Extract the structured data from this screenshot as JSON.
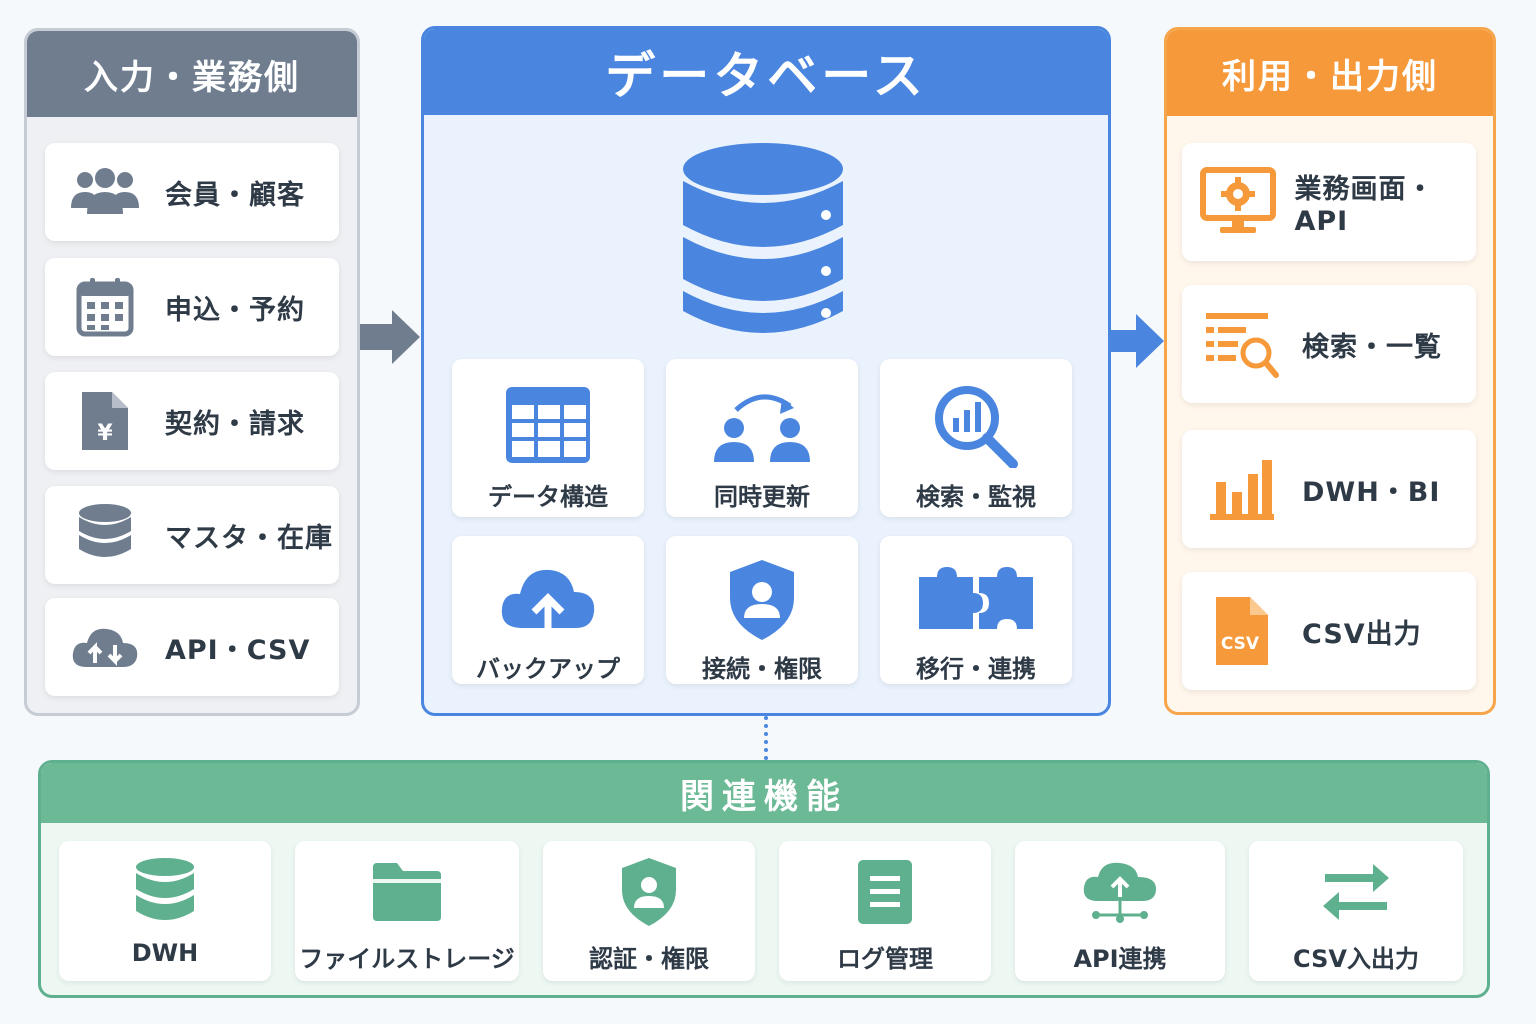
{
  "left_panel": {
    "title": "入力・業務側",
    "items": [
      {
        "label": "会員・顧客",
        "icon": "users-icon"
      },
      {
        "label": "申込・予約",
        "icon": "calendar-icon"
      },
      {
        "label": "契約・請求",
        "icon": "yen-document-icon"
      },
      {
        "label": "マスタ・在庫",
        "icon": "database-icon"
      },
      {
        "label": "API・CSV",
        "icon": "cloud-sync-icon"
      }
    ]
  },
  "center_panel": {
    "title": "データベース",
    "icon": "database-icon",
    "features": [
      {
        "label": "データ構造",
        "icon": "table-icon"
      },
      {
        "label": "同時更新",
        "icon": "users-sync-icon"
      },
      {
        "label": "検索・監視",
        "icon": "search-chart-icon"
      },
      {
        "label": "バックアップ",
        "icon": "cloud-upload-icon"
      },
      {
        "label": "接続・権限",
        "icon": "shield-user-icon"
      },
      {
        "label": "移行・連携",
        "icon": "puzzle-icon"
      }
    ]
  },
  "right_panel": {
    "title": "利用・出力側",
    "items": [
      {
        "label": "業務画面・API",
        "icon": "monitor-gear-icon"
      },
      {
        "label": "検索・一覧",
        "icon": "list-search-icon"
      },
      {
        "label": "DWH・BI",
        "icon": "bar-chart-icon"
      },
      {
        "label": "CSV出力",
        "icon": "csv-file-icon",
        "icon_text": "CSV"
      }
    ]
  },
  "bottom_panel": {
    "title": "関連機能",
    "items": [
      {
        "label": "DWH",
        "icon": "database-icon"
      },
      {
        "label": "ファイルストレージ",
        "icon": "folder-icon"
      },
      {
        "label": "認証・権限",
        "icon": "shield-user-icon"
      },
      {
        "label": "ログ管理",
        "icon": "document-icon"
      },
      {
        "label": "API連携",
        "icon": "cloud-network-icon"
      },
      {
        "label": "CSV入出力",
        "icon": "swap-arrows-icon"
      }
    ]
  },
  "colors": {
    "left": "#6f7d8f",
    "center": "#4a86e0",
    "right": "#f6993a",
    "bottom": "#6cb996"
  }
}
